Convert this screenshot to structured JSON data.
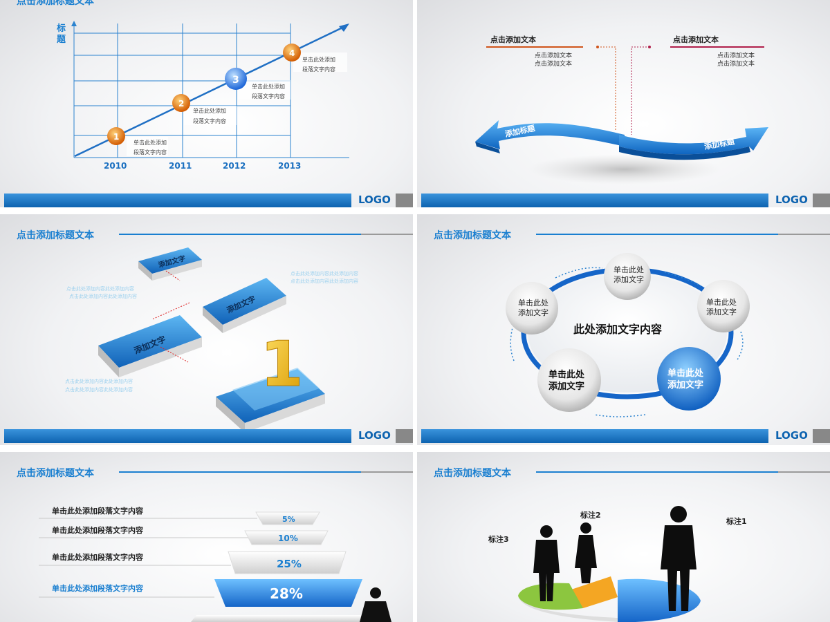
{
  "slide1": {
    "title": "点击添加标题文本",
    "y_label_1": "标",
    "y_label_2": "题",
    "years": [
      "2010",
      "2011",
      "2012",
      "2013"
    ],
    "markers": [
      "1",
      "2",
      "3",
      "4"
    ],
    "note_line1": "单击此处添加",
    "note_line2": "段落文字内容",
    "logo": "LOGO"
  },
  "slide2": {
    "text_left_title": "点击添加文本",
    "text_left_sub1": "点击添加文本",
    "text_left_sub2": "点击添加文本",
    "text_right_title": "点击添加文本",
    "text_right_sub1": "点击添加文本",
    "text_right_sub2": "点击添加文本",
    "arrow_left_label": "添加标题",
    "arrow_right_label": "添加标题",
    "logo": "LOGO"
  },
  "slide3": {
    "title": "点击添加标题文本",
    "block_labels": [
      "添加文字",
      "添加文字",
      "添加文字"
    ],
    "big_number": "1",
    "note_line1": "点击此处添加内容此处添加内容",
    "note_line2": "点击此处添加内容此处添加内容",
    "logo": "LOGO"
  },
  "slide4": {
    "title": "点击添加标题文本",
    "center_text": "此处添加文字内容",
    "node_line1": "单击此处",
    "node_line2": "添加文字",
    "logo": "LOGO"
  },
  "slide5": {
    "title": "点击添加标题文本",
    "rows": [
      {
        "label": "单击此处添加段落文字内容",
        "value": "5%"
      },
      {
        "label": "单击此处添加段落文字内容",
        "value": "10%"
      },
      {
        "label": "单击此处添加段落文字内容",
        "value": "25%"
      },
      {
        "label": "单击此处添加段落文字内容",
        "value": "28%"
      }
    ]
  },
  "slide6": {
    "title": "点击添加标题文本",
    "label_1": "标注1",
    "label_2": "标注2",
    "label_3": "标注3"
  },
  "colors": {
    "accent": "#1a7fd0",
    "dark_blue": "#0d63b0",
    "orange": "#e07b10",
    "crimson": "#b01e4a",
    "gray": "#888888"
  }
}
